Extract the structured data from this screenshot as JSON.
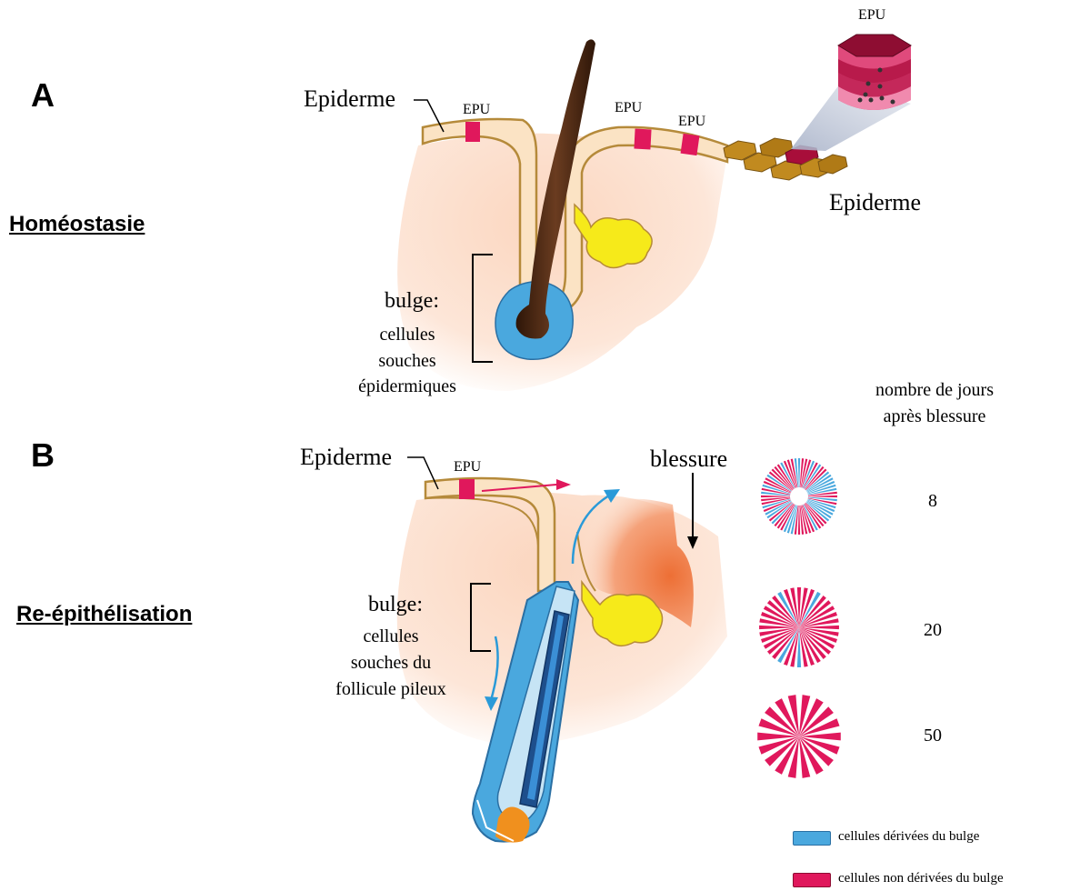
{
  "panel_a": {
    "letter": "A",
    "section": "Homéostasie",
    "epiderme_left": "Epiderme",
    "epiderme_right": "Epiderme",
    "epu_labels": [
      "EPU",
      "EPU",
      "EPU"
    ],
    "epu_top": "EPU",
    "bulge": [
      "bulge:",
      "cellules",
      "souches",
      "épidermiques"
    ]
  },
  "panel_b": {
    "letter": "B",
    "section": "Re-épithélisation",
    "epiderme": "Epiderme",
    "epu": "EPU",
    "blessure": "blessure",
    "bulge": [
      "bulge:",
      "cellules",
      "souches du",
      "follicule pileux"
    ],
    "days_header": [
      "nombre de jours",
      "après blessure"
    ],
    "days": [
      "8",
      "20",
      "50"
    ]
  },
  "legend": {
    "items": [
      {
        "label": "cellules dérivées du bulge",
        "color": "#4aa8de"
      },
      {
        "label": "cellules non dérivées du bulge",
        "color": "#e0185c"
      }
    ]
  },
  "colors": {
    "skin": "#fbdcc6",
    "epidermis": "#fbe3c4",
    "epu": "#e0185c",
    "bulge_blue": "#4aa8de",
    "gland_yellow": "#f6ea1a",
    "hair": "#4a2a16",
    "wound": "#ee7d45"
  }
}
